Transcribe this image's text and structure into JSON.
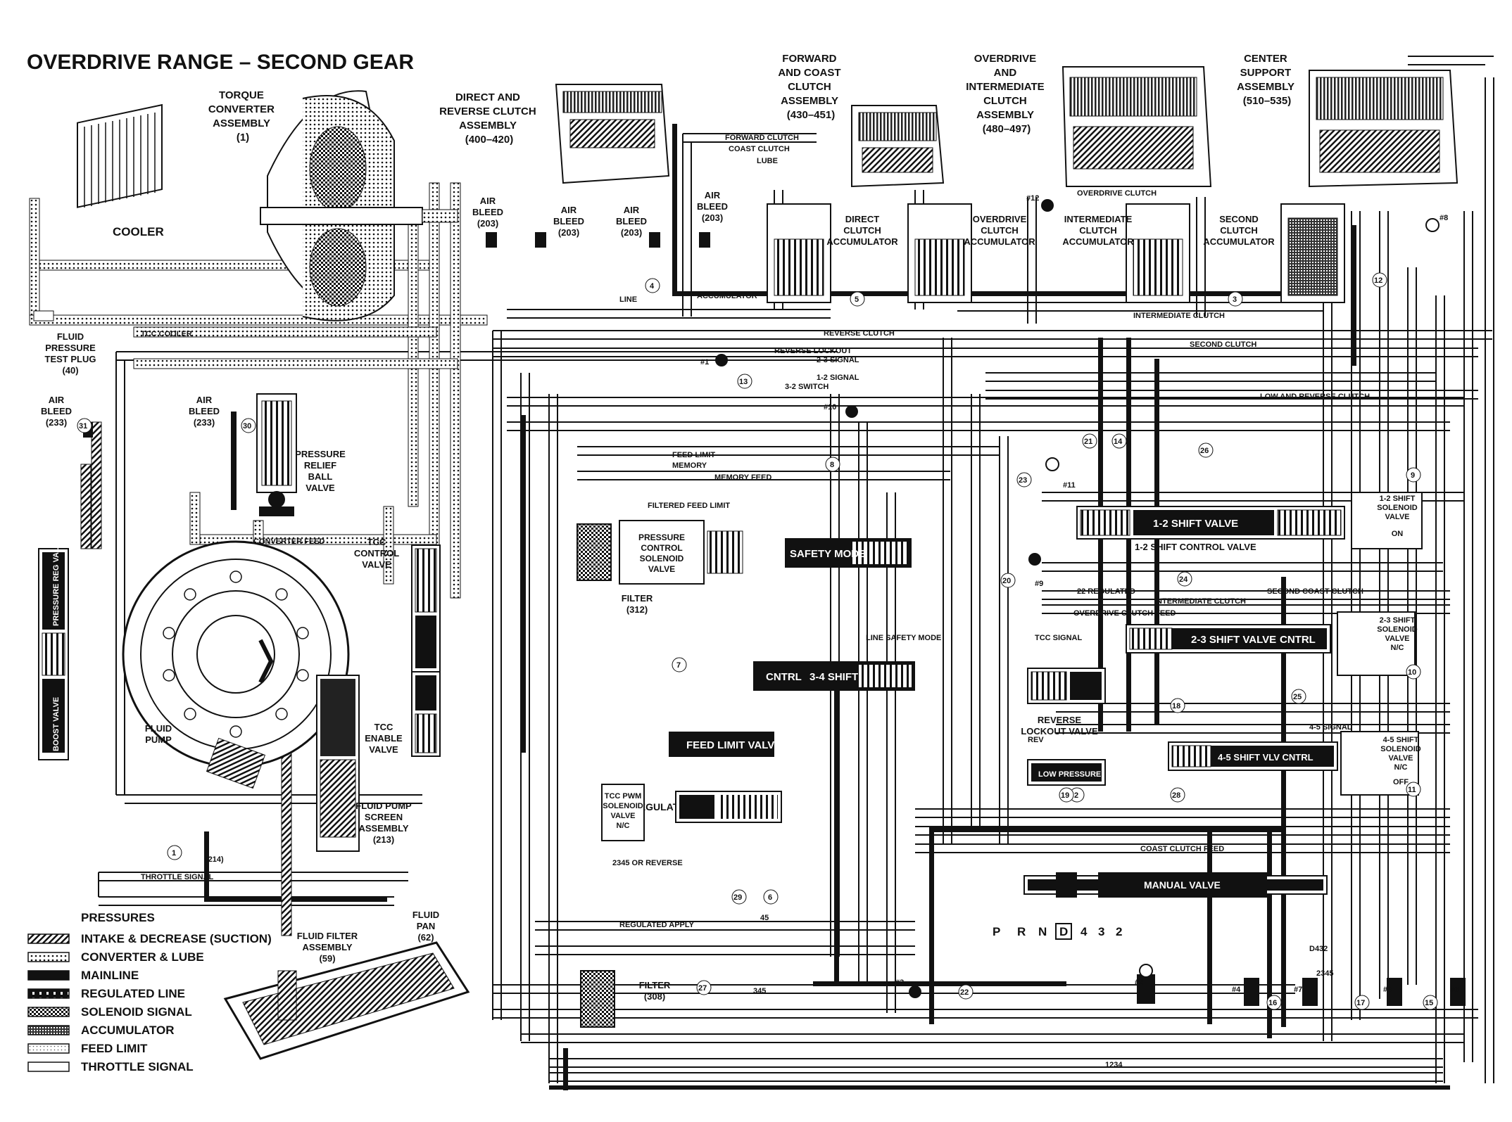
{
  "title": "OVERDRIVE RANGE – SECOND GEAR",
  "components": {
    "torque_converter": [
      "TORQUE",
      "CONVERTER",
      "ASSEMBLY",
      "(1)"
    ],
    "direct_reverse_clutch": [
      "DIRECT AND",
      "REVERSE CLUTCH",
      "ASSEMBLY",
      "(400–420)"
    ],
    "forward_coast_clutch": [
      "FORWARD",
      "AND COAST",
      "CLUTCH",
      "ASSEMBLY",
      "(430–451)"
    ],
    "od_intermediate_clutch": [
      "OVERDRIVE",
      "AND",
      "INTERMEDIATE",
      "CLUTCH",
      "ASSEMBLY",
      "(480–497)"
    ],
    "center_support": [
      "CENTER",
      "SUPPORT",
      "ASSEMBLY",
      "(510–535)"
    ],
    "cooler": "COOLER",
    "test_plug": [
      "FLUID",
      "PRESSURE",
      "TEST PLUG",
      "(40)"
    ],
    "air_bleed_233a": [
      "AIR",
      "BLEED",
      "(233)"
    ],
    "air_bleed_233b": [
      "AIR",
      "BLEED",
      "(233)"
    ],
    "air_bleed_203": [
      "AIR",
      "BLEED",
      "(203)"
    ],
    "pressure_relief": [
      "PRESSURE",
      "RELIEF",
      "BALL",
      "VALVE"
    ],
    "tcc_control_valve": [
      "TCC",
      "CONTROL",
      "VALVE"
    ],
    "tcc_enable_valve": [
      "TCC",
      "ENABLE",
      "VALVE"
    ],
    "fluid_pump": [
      "FLUID",
      "PUMP"
    ],
    "pump_screen": [
      "FLUID PUMP",
      "SCREEN",
      "ASSEMBLY",
      "(213)"
    ],
    "fluid_filter": [
      "FLUID FILTER",
      "ASSEMBLY",
      "(59)"
    ],
    "fluid_pan": [
      "FLUID",
      "PAN",
      "(62)"
    ],
    "filter_312": [
      "FILTER",
      "(312)"
    ],
    "filter_308": [
      "FILTER",
      "(308)"
    ],
    "pcs": [
      "PRESSURE",
      "CONTROL",
      "SOLENOID",
      "VALVE"
    ],
    "direct_accum": [
      "DIRECT",
      "CLUTCH",
      "ACCUMULATOR"
    ],
    "od_accum": [
      "OVERDRIVE",
      "CLUTCH",
      "ACCUMULATOR"
    ],
    "int_accum": [
      "INTERMEDIATE",
      "CLUTCH",
      "ACCUMULATOR"
    ],
    "second_accum": [
      "SECOND",
      "CLUTCH",
      "ACCUMULATOR"
    ],
    "reverse_lockout": [
      "REVERSE",
      "LOCKOUT VALVE"
    ],
    "tcc_regulator": "TCC REGULATOR VALVE",
    "tcc_pwm": [
      "TCC PWM",
      "SOLENOID",
      "VALVE",
      "N/C"
    ],
    "ref_214": "(214)"
  },
  "valves": {
    "safety_mode": "SAFETY MODE",
    "cntrl": "CNTRL",
    "shift_34": "3-4 SHIFT",
    "feed_limit": "FEED LIMIT VALVE",
    "shift_12": "1-2 SHIFT VALVE",
    "shift_ctrl_12": "1-2 SHIFT CONTROL VALVE",
    "shift_23": "2-3 SHIFT VALVE",
    "cntrl_23": "CNTRL",
    "shift_45": "4-5 SHIFT VLV CNTRL",
    "low_pressure": "LOW PRESSURE",
    "manual": "MANUAL VALVE",
    "pressure_reg": "PRESSURE REG VALVE",
    "boost": "BOOST VALVE"
  },
  "solenoids": {
    "s12": [
      "1-2 SHIFT",
      "SOLENOID",
      "VALVE",
      "ON"
    ],
    "s23": [
      "2-3 SHIFT",
      "SOLENOID",
      "VALVE",
      "N/C"
    ],
    "s45": [
      "4-5 SHIFT",
      "SOLENOID",
      "VALVE",
      "N/C",
      "OFF"
    ]
  },
  "prndl": [
    "P",
    "R",
    "N",
    "D",
    "4",
    "3",
    "2"
  ],
  "passage_labels": [
    "FORWARD CLUTCH",
    "COAST CLUTCH",
    "LUBE",
    "OVERDRIVE CLUTCH",
    "INTERMEDIATE CLUTCH",
    "LINE",
    "ACCUMULATOR",
    "REVERSE CLUTCH",
    "TCC COOLER",
    "CONVERTER FEED",
    "REVERSE LOCKOUT",
    "2-3 SIGNAL",
    "1-2 SIGNAL",
    "3-2 SWITCH",
    "FEED LIMIT",
    "MEMORY",
    "MEMORY FEED",
    "FILTERED FEED LIMIT",
    "SECOND CLUTCH",
    "LOW AND REVERSE CLUTCH",
    "INTERMEDIATE CLUTCH",
    "SECOND COAST CLUTCH",
    "22 REGULATED",
    "OVERDRIVE CLUTCH FEED",
    "LINE SAFETY MODE",
    "TCC SIGNAL",
    "REGULATED APPLY",
    "2345 OR REVERSE",
    "THROTTLE SIGNAL",
    "2345",
    "345",
    "1234",
    "D432",
    "45",
    "4-5 SIGNAL",
    "COAST CLUTCH FEED",
    "REV"
  ],
  "ball_labels": [
    "#1",
    "#2",
    "#3",
    "#4",
    "#5",
    "#6",
    "#7",
    "#8",
    "#9",
    "#10",
    "#11",
    "#12"
  ],
  "numbered_refs": [
    "1",
    "2",
    "3",
    "4",
    "5",
    "6",
    "7",
    "8",
    "9",
    "10",
    "11",
    "12",
    "13",
    "14",
    "15",
    "16",
    "17",
    "18",
    "19",
    "20",
    "21",
    "22",
    "23",
    "24",
    "25",
    "26",
    "27",
    "28",
    "29",
    "30",
    "31"
  ],
  "legend": {
    "heading": "PRESSURES",
    "items": [
      {
        "label": "INTAKE & DECREASE (SUCTION)",
        "pattern": "hatch"
      },
      {
        "label": "CONVERTER & LUBE",
        "pattern": "dots"
      },
      {
        "label": "MAINLINE",
        "pattern": "dark"
      },
      {
        "label": "REGULATED LINE",
        "pattern": "dash-dark"
      },
      {
        "label": "SOLENOID SIGNAL",
        "pattern": "checker"
      },
      {
        "label": "ACCUMULATOR",
        "pattern": "dense"
      },
      {
        "label": "FEED LIMIT",
        "pattern": "light"
      },
      {
        "label": "THROTTLE SIGNAL",
        "pattern": "empty"
      }
    ]
  }
}
